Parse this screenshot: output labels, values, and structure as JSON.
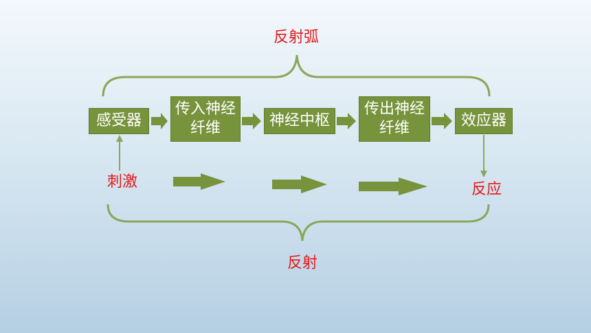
{
  "title_top": "反射弧",
  "title_bottom": "反射",
  "stimulus": "刺激",
  "response": "反应",
  "boxes": {
    "receptor": "感受器",
    "afferent": "传入神经\n纤维",
    "center": "神经中枢",
    "efferent": "传出神经\n纤维",
    "effector": "效应器"
  },
  "colors": {
    "box": "#77933c",
    "arrow": "#77933c",
    "brace": "#77933c",
    "label": "#e31a1a"
  }
}
